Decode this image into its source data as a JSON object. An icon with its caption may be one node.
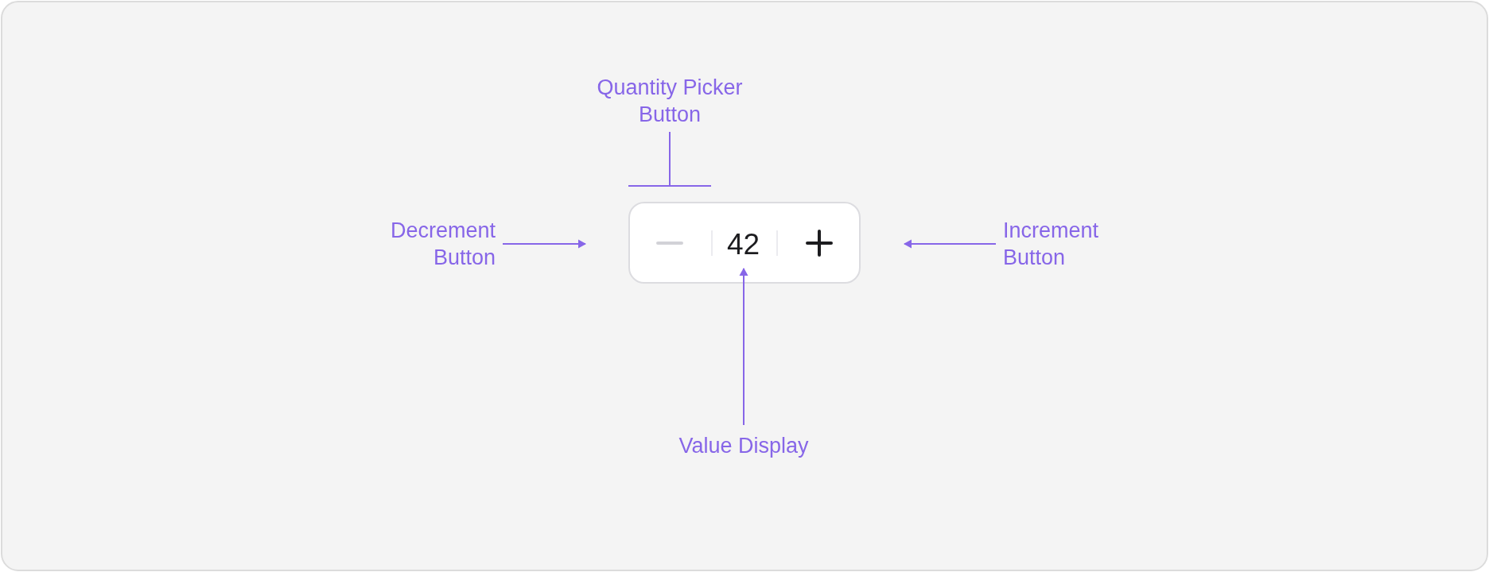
{
  "diagram": {
    "nodes": [
      {
        "text": [
          "Quantity Picker Button"
        ]
      },
      {
        "text": [
          "Decrement Button"
        ]
      },
      {
        "text": [],
        "shape": "box"
      },
      {
        "text": [],
        "shape": "bar",
        "in": 2
      },
      {
        "text": [
          "42"
        ],
        "in": 2
      },
      {
        "text": [],
        "shape": "plus",
        "in": 2
      },
      {
        "text": [
          "Increment Button"
        ]
      },
      {
        "text": [
          "Value Display"
        ]
      }
    ],
    "edges": [
      {
        "from": 0,
        "to": 2,
        "arrow": "other"
      },
      {
        "from": 1,
        "to": 3,
        "arrow": "to"
      },
      {
        "from": 6,
        "to": 5,
        "arrow": "to"
      },
      {
        "from": 7,
        "to": 4,
        "arrow": "to"
      }
    ]
  }
}
